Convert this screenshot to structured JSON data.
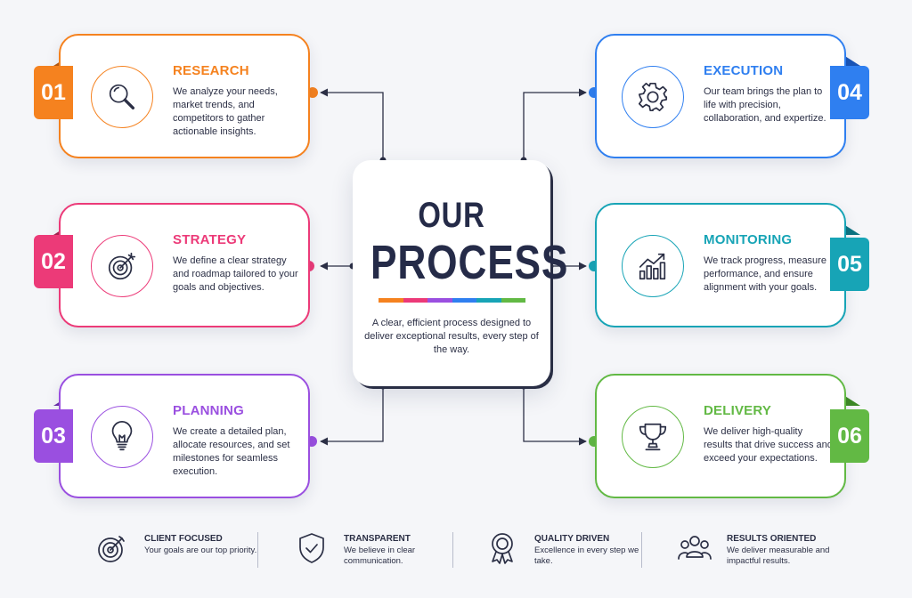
{
  "center": {
    "title_line1": "OUR",
    "title_line2": "PROCESS",
    "description": "A clear, efficient process designed to deliver exceptional results, every step of the way."
  },
  "colors": {
    "research": "#f5821f",
    "strategy": "#ec3a78",
    "planning": "#9a4fe0",
    "execution": "#2f7ff0",
    "monitoring": "#17a4b6",
    "delivery": "#62b944",
    "text": "#2b2f45",
    "rainbow": [
      "#f5821f",
      "#ec3a78",
      "#9a4fe0",
      "#2f7ff0",
      "#17a4b6",
      "#62b944"
    ]
  },
  "steps": [
    {
      "number": "01",
      "title": "RESEARCH",
      "description": "We analyze your needs, market trends, and competitors to gather actionable insights.",
      "icon": "magnifier-icon"
    },
    {
      "number": "02",
      "title": "STRATEGY",
      "description": "We define a clear strategy and roadmap tailored to your goals and objectives.",
      "icon": "target-icon"
    },
    {
      "number": "03",
      "title": "PLANNING",
      "description": "We create a detailed plan, allocate resources, and set milestones for seamless execution.",
      "icon": "lightbulb-icon"
    },
    {
      "number": "04",
      "title": "EXECUTION",
      "description": "Our team brings the plan to life with precision, collaboration, and expertize.",
      "icon": "gear-icon"
    },
    {
      "number": "05",
      "title": "MONITORING",
      "description": "We track progress, measure performance, and ensure alignment with your goals.",
      "icon": "growth-chart-icon"
    },
    {
      "number": "06",
      "title": "DELIVERY",
      "description": "We deliver high-quality results that drive success and exceed your expectations.",
      "icon": "trophy-icon"
    }
  ],
  "features": [
    {
      "title": "CLIENT FOCUSED",
      "description": "Your goals are our top priority.",
      "icon": "target-icon"
    },
    {
      "title": "TRANSPARENT",
      "description": "We believe in clear communication.",
      "icon": "shield-check-icon"
    },
    {
      "title": "QUALITY DRIVEN",
      "description": "Excellence in every step we take.",
      "icon": "award-ribbon-icon"
    },
    {
      "title": "RESULTS ORIENTED",
      "description": "We deliver measurable and impactful results.",
      "icon": "team-icon"
    }
  ]
}
